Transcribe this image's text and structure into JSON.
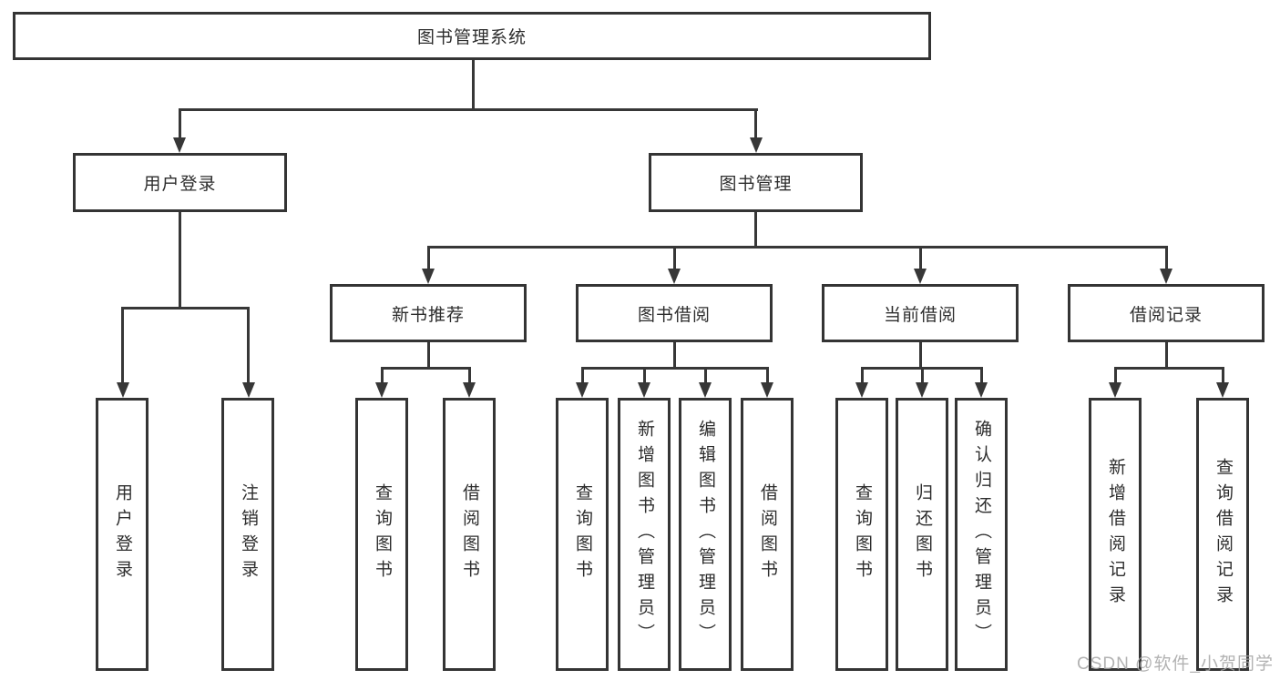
{
  "diagram": {
    "root": {
      "label": "图书管理系统"
    },
    "level2": [
      {
        "id": "user-login",
        "label": "用户登录"
      },
      {
        "id": "book-mgmt",
        "label": "图书管理"
      }
    ],
    "level3": [
      {
        "id": "new-book-recommend",
        "label": "新书推荐"
      },
      {
        "id": "book-borrow",
        "label": "图书借阅"
      },
      {
        "id": "current-borrow",
        "label": "当前借阅"
      },
      {
        "id": "borrow-records",
        "label": "借阅记录"
      }
    ],
    "level4": [
      {
        "group": "user-login",
        "label": "用户登录"
      },
      {
        "group": "user-login",
        "label": "注销登录"
      },
      {
        "group": "new-book-recommend",
        "label": "查询图书"
      },
      {
        "group": "new-book-recommend",
        "label": "借阅图书"
      },
      {
        "group": "book-borrow",
        "label": "查询图书"
      },
      {
        "group": "book-borrow",
        "label": "新增图书（管理员）"
      },
      {
        "group": "book-borrow",
        "label": "编辑图书（管理员）"
      },
      {
        "group": "book-borrow",
        "label": "借阅图书"
      },
      {
        "group": "current-borrow",
        "label": "查询图书"
      },
      {
        "group": "current-borrow",
        "label": "归还图书"
      },
      {
        "group": "current-borrow",
        "label": "确认归还（管理员）"
      },
      {
        "group": "borrow-records",
        "label": "新增借阅记录"
      },
      {
        "group": "borrow-records",
        "label": "查询借阅记录"
      }
    ],
    "colors": {
      "line": "#373737",
      "text": "#2d2d2d",
      "watermark": "#a4a4a4"
    },
    "watermark": "CSDN @软件_小贺同学"
  }
}
